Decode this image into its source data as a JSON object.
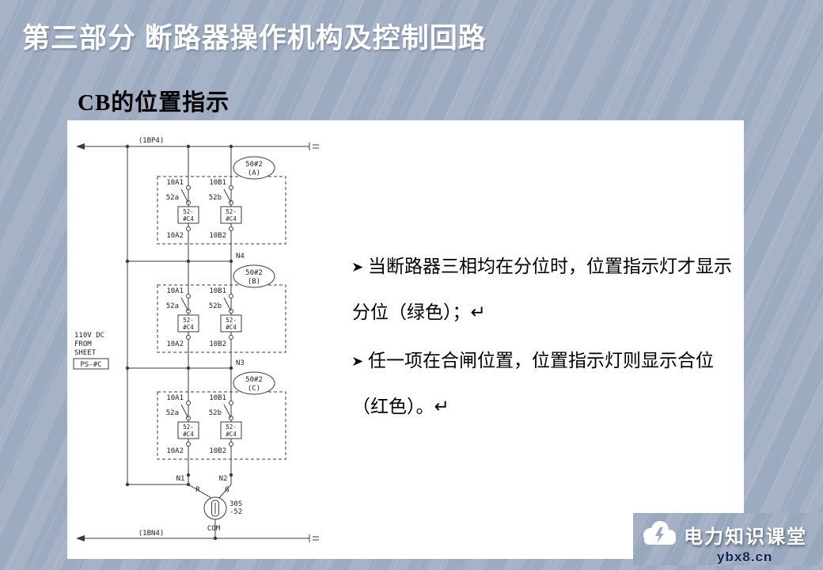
{
  "slide": {
    "title": "第三部分 断路器操作机构及控制回路",
    "subtitle": "CB的位置指示"
  },
  "bullets": [
    "当断路器三相均在分位时，位置指示灯才显示分位（绿色）；↵",
    "任一项在合闸位置，位置指示灯则显示合位（红色）。↵"
  ],
  "diagram": {
    "top_bus_label": "(1BP4)",
    "bottom_bus_label": "(1BN4)",
    "supply": {
      "line1": "110V DC",
      "line2": "FROM",
      "line3": "SHEET",
      "box": "PS-#C"
    },
    "nodes": {
      "n4": "N4",
      "n3": "N3",
      "n2": "N2",
      "n1": "N1"
    },
    "phases": [
      {
        "relay": "50#2",
        "phase": "(A)",
        "left": {
          "top": "10A1",
          "contact": "52a",
          "aux1": "52-",
          "aux2": "#C4",
          "bottom": "10A2"
        },
        "right": {
          "top": "10B1",
          "contact": "52b",
          "aux1": "52-",
          "aux2": "#C4",
          "bottom": "10B2"
        }
      },
      {
        "relay": "50#2",
        "phase": "(B)",
        "left": {
          "top": "10A1",
          "contact": "52a",
          "aux1": "52-",
          "aux2": "#C4",
          "bottom": "10A2"
        },
        "right": {
          "top": "10B1",
          "contact": "52b",
          "aux1": "52-",
          "aux2": "#C4",
          "bottom": "10B2"
        }
      },
      {
        "relay": "50#2",
        "phase": "(C)",
        "left": {
          "top": "10A1",
          "contact": "52a",
          "aux1": "52-",
          "aux2": "#C4",
          "bottom": "10A2"
        },
        "right": {
          "top": "10B1",
          "contact": "52b",
          "aux1": "52-",
          "aux2": "#C4",
          "bottom": "10B2"
        }
      }
    ],
    "lamp": {
      "r": "R",
      "g": "G",
      "name1": "30S",
      "name2": "-52",
      "com": "COM"
    }
  },
  "footer": {
    "brand": "电力知识课堂",
    "site": "ybx8.cn"
  },
  "colors": {
    "background": "#a1afc4",
    "title_text": "#ffffff",
    "body_text": "#000000",
    "url_navy": "#13264e",
    "panel": "#ffffff"
  }
}
